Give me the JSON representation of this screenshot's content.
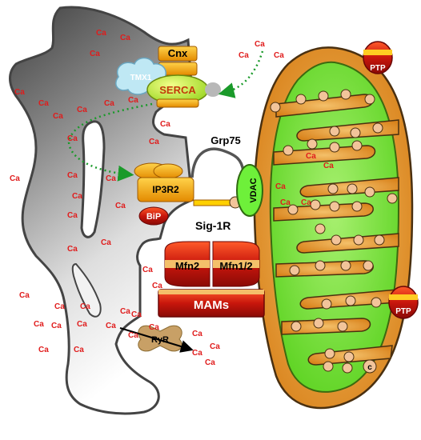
{
  "labels": {
    "cnx": "Cnx",
    "tmx1": "TMX1",
    "serca": "SERCA",
    "grp75": "Grp75",
    "ip3r2": "IP3R2",
    "bip": "BiP",
    "sig1r": "Sig-1R",
    "vdac": "VDAC",
    "mfn2": "Mfn2",
    "mfn12": "Mfn1/2",
    "mams": "MAMs",
    "ptp_top": "PTP",
    "ptp_bottom": "PTP",
    "ryr": "RyR",
    "cyt_c": "c",
    "ca": "Ca"
  },
  "colors": {
    "er_dark": "#555555",
    "er_light": "#f4f4f4",
    "mito_outer": "#e2962e",
    "mito_matrix": "#7ee03a",
    "serca": "#b6ef2e",
    "ip3r": "#ffb000",
    "bip": "#e8301c",
    "mfn": "#c0140c",
    "mams": "#d42410",
    "ptp": "#cc1a10",
    "ryr": "#c8a066",
    "ca_text": "#e01c1c",
    "particle": "#f2c49a",
    "arrow": "#1a9a2a"
  }
}
